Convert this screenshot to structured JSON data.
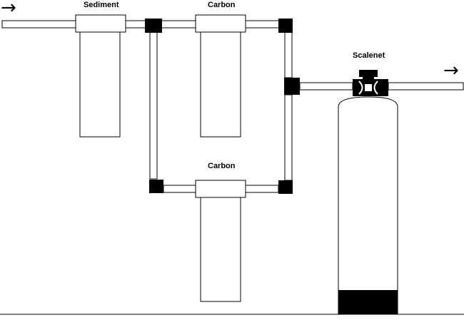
{
  "labels": {
    "sediment": "Sediment",
    "carbon_top": "Carbon",
    "carbon_bottom": "Carbon",
    "softener": "Scalenet"
  },
  "flow": {
    "inlet_arrow": "→",
    "outlet_arrow": "→"
  },
  "colors": {
    "line": "#000000",
    "fill": "#ffffff",
    "fitting": "#000000"
  }
}
